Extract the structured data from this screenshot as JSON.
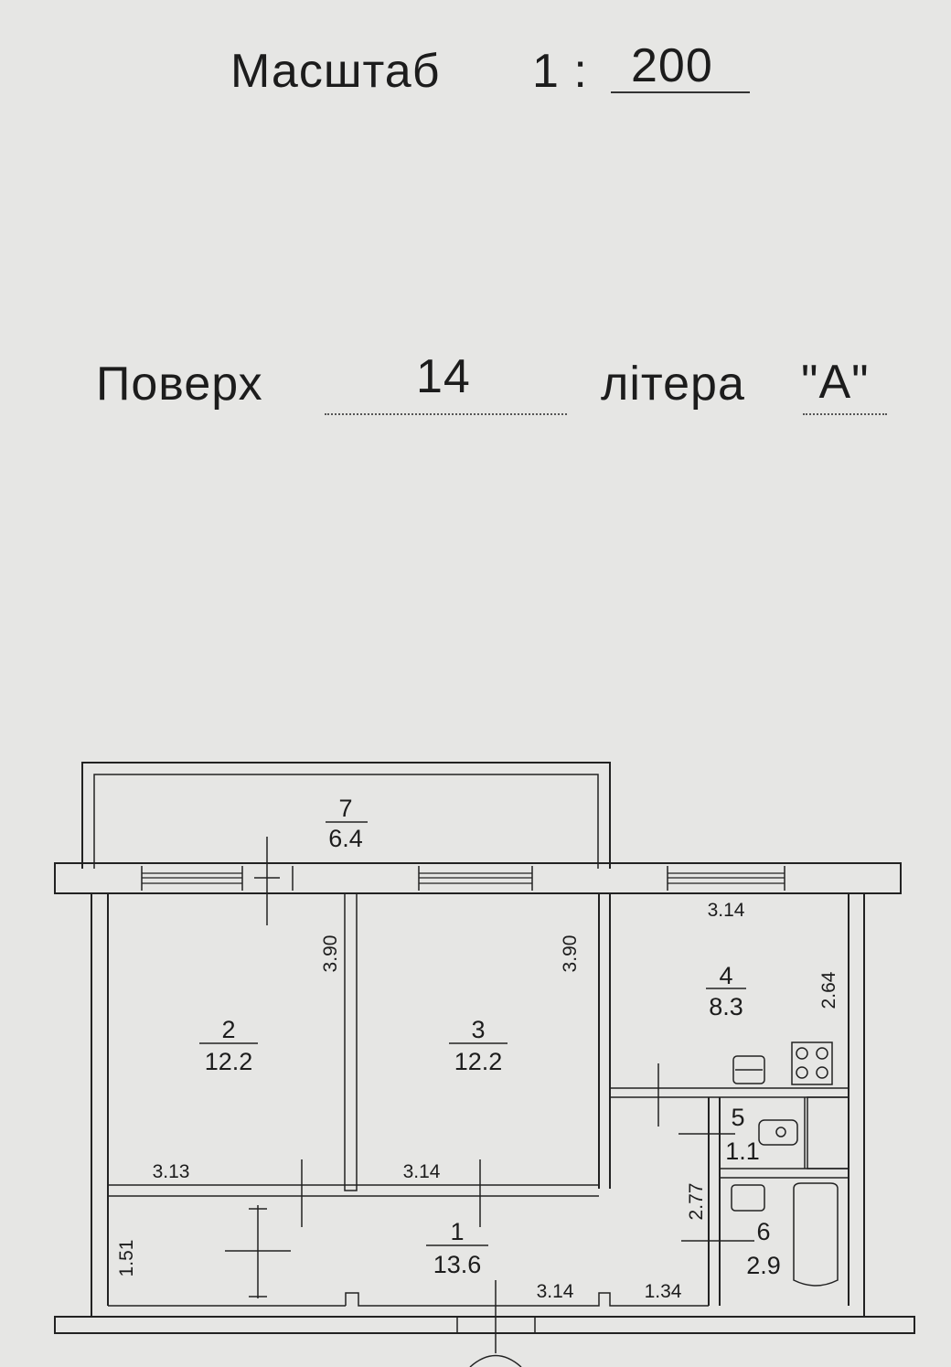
{
  "header": {
    "scale_label": "Масштаб",
    "scale_prefix": "1 :",
    "scale_value": "200",
    "floor_label": "Поверх",
    "floor_value": "14",
    "letter_label": "літера",
    "letter_value": "\"A\""
  },
  "plan": {
    "rooms": [
      {
        "id": "1",
        "area": "13.6"
      },
      {
        "id": "2",
        "area": "12.2"
      },
      {
        "id": "3",
        "area": "12.2"
      },
      {
        "id": "4",
        "area": "8.3"
      },
      {
        "id": "5",
        "area": "1.1"
      },
      {
        "id": "6",
        "area": "2.9"
      },
      {
        "id": "7",
        "area": "6.4"
      }
    ],
    "dimensions": [
      "3.90",
      "3.90",
      "3.14",
      "2.64",
      "3.13",
      "3.14",
      "2.77",
      "1.51",
      "3.14",
      "1.34"
    ]
  }
}
